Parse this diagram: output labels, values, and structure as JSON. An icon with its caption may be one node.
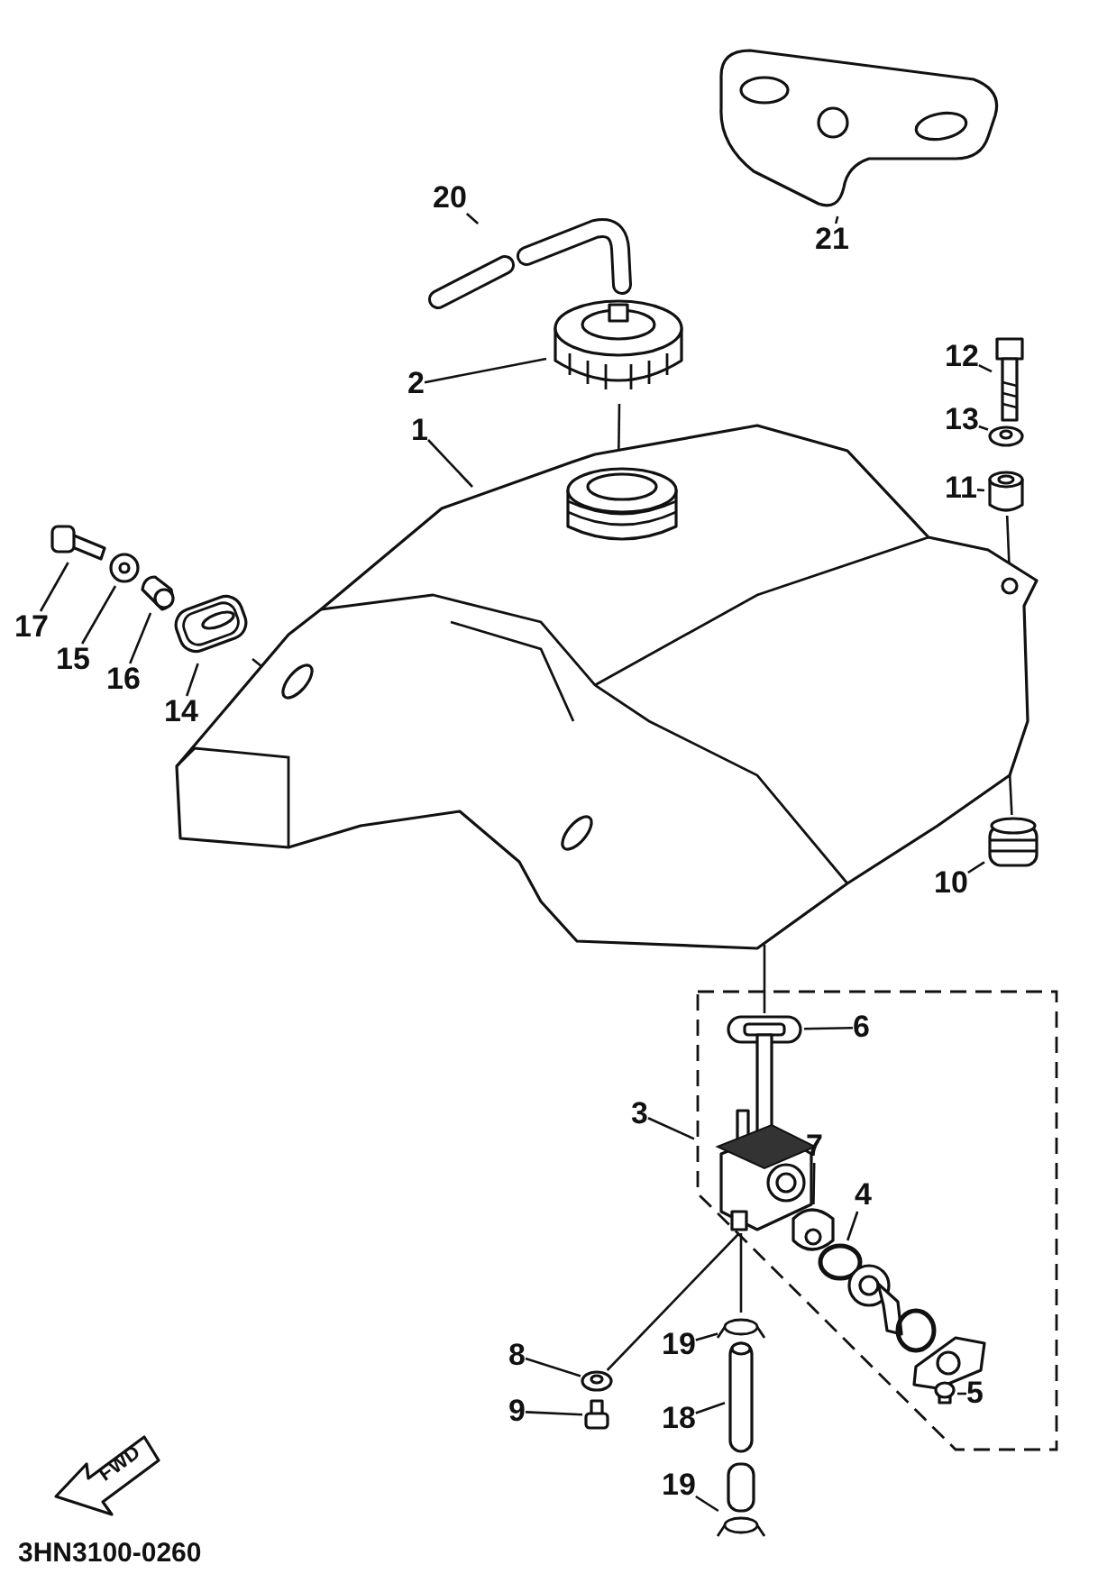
{
  "diagram": {
    "nodes": [
      {
        "text": [
          "20"
        ]
      },
      {
        "text": [
          "21"
        ]
      },
      {
        "text": [
          "2"
        ]
      },
      {
        "text": [
          "12"
        ]
      },
      {
        "text": [
          "1"
        ]
      },
      {
        "text": [
          "13"
        ]
      },
      {
        "text": [
          "11"
        ]
      },
      {
        "text": [
          "17"
        ]
      },
      {
        "text": [
          "15"
        ]
      },
      {
        "text": [
          "16"
        ]
      },
      {
        "text": [
          "14"
        ]
      },
      {
        "text": [
          "10"
        ]
      },
      {
        "text": [
          "6"
        ],
        "in": 35
      },
      {
        "text": [
          "3"
        ]
      },
      {
        "text": [
          "7"
        ],
        "in": 35
      },
      {
        "text": [
          "4"
        ],
        "in": 35
      },
      {
        "text": [
          "19"
        ]
      },
      {
        "text": [
          "8"
        ]
      },
      {
        "text": [
          "18"
        ]
      },
      {
        "text": [
          "5"
        ],
        "in": 35
      },
      {
        "text": [
          "9"
        ]
      },
      {
        "text": [
          "19"
        ]
      },
      {
        "text": [],
        "shape": "picture"
      },
      {
        "text": [],
        "shape": "picture"
      },
      {
        "text": [],
        "shape": "picture"
      },
      {
        "text": [],
        "shape": "picture"
      },
      {
        "text": [],
        "shape": "picture"
      },
      {
        "text": [],
        "shape": "circle"
      },
      {
        "text": [],
        "shape": "cylinder"
      },
      {
        "text": [],
        "shape": "picture"
      },
      {
        "text": [],
        "shape": "picture"
      },
      {
        "text": [],
        "shape": "picture"
      },
      {
        "text": [],
        "shape": "picture"
      },
      {
        "text": [],
        "shape": "picture"
      },
      {
        "text": [],
        "shape": "picture",
        "in": 35
      },
      {
        "text": [],
        "shape": "box"
      },
      {
        "text": [],
        "shape": "picture",
        "in": 35
      },
      {
        "text": [],
        "shape": "picture",
        "in": 35
      },
      {
        "text": [],
        "shape": "circle",
        "in": 35
      },
      {
        "text": [],
        "shape": "picture",
        "in": 35
      },
      {
        "text": [],
        "shape": "circle",
        "in": 35
      },
      {
        "text": [],
        "shape": "picture",
        "in": 35
      },
      {
        "text": [],
        "shape": "box",
        "in": 35
      },
      {
        "text": [],
        "shape": "circle"
      },
      {
        "text": [],
        "shape": "box"
      },
      {
        "text": [],
        "shape": "circle"
      },
      {
        "text": [],
        "shape": "picture"
      },
      {
        "text": [],
        "shape": "circle"
      }
    ],
    "edges": [
      {
        "from": 0,
        "to": 23,
        "arrow": "none"
      },
      {
        "from": 1,
        "to": 22,
        "arrow": "none"
      },
      {
        "from": 2,
        "to": 24,
        "arrow": "none"
      },
      {
        "from": 3,
        "to": 26,
        "arrow": "none"
      },
      {
        "from": 4,
        "to": 25,
        "arrow": "none"
      },
      {
        "from": 5,
        "to": 27,
        "arrow": "none"
      },
      {
        "from": 6,
        "to": 28,
        "arrow": "none"
      },
      {
        "from": 7,
        "to": 30,
        "arrow": "none"
      },
      {
        "from": 8,
        "to": 31,
        "arrow": "none"
      },
      {
        "from": 9,
        "to": 32,
        "arrow": "none"
      },
      {
        "from": 10,
        "to": 33,
        "arrow": "none"
      },
      {
        "from": 11,
        "to": 29,
        "arrow": "none"
      },
      {
        "from": 12,
        "to": 34,
        "arrow": "none"
      },
      {
        "from": 13,
        "to": 35,
        "arrow": "none"
      },
      {
        "from": 14,
        "to": 37,
        "arrow": "none"
      },
      {
        "from": 15,
        "to": 38,
        "arrow": "none"
      },
      {
        "from": 16,
        "to": 45,
        "arrow": "none"
      },
      {
        "from": 17,
        "to": 43,
        "arrow": "none"
      },
      {
        "from": 18,
        "to": 46,
        "arrow": "none"
      },
      {
        "from": 19,
        "to": 42,
        "arrow": "none"
      },
      {
        "from": 20,
        "to": 44,
        "arrow": "none"
      },
      {
        "from": 21,
        "to": 47,
        "arrow": "none"
      },
      {
        "from": 24,
        "to": 25,
        "arrow": "none"
      },
      {
        "from": 28,
        "to": 25,
        "arrow": "none"
      },
      {
        "from": 29,
        "to": 25,
        "arrow": "none"
      },
      {
        "from": 33,
        "to": 25,
        "arrow": "none"
      },
      {
        "from": 34,
        "to": 25,
        "arrow": "none"
      },
      {
        "from": 43,
        "to": 36,
        "arrow": "none"
      },
      {
        "from": 45,
        "to": 36,
        "arrow": "none"
      }
    ],
    "labels": [
      "FWD",
      "3HN3100-0260"
    ]
  }
}
